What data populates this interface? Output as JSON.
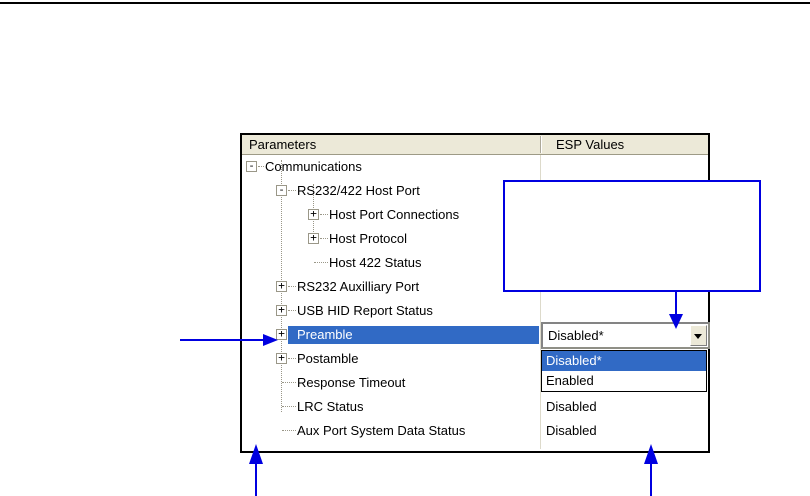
{
  "table": {
    "headers": {
      "col1": "Parameters",
      "col2": "ESP Values"
    },
    "rows": [
      {
        "label": "Communications",
        "level": 0,
        "glyph": "-",
        "value": "",
        "selected": false
      },
      {
        "label": "RS232/422 Host Port",
        "level": 1,
        "glyph": "-",
        "value": "",
        "selected": false
      },
      {
        "label": "Host Port Connections",
        "level": 2,
        "glyph": "+",
        "value": "",
        "selected": false
      },
      {
        "label": "Host Protocol",
        "level": 2,
        "glyph": "+",
        "value": "",
        "selected": false
      },
      {
        "label": "Host 422 Status",
        "level": 2,
        "glyph": "",
        "value": "",
        "selected": false
      },
      {
        "label": "RS232 Auxilliary Port",
        "level": 1,
        "glyph": "+",
        "value": "",
        "selected": false
      },
      {
        "label": "USB HID Report Status",
        "level": 1,
        "glyph": "+",
        "value": "",
        "selected": false
      },
      {
        "label": "Preamble",
        "level": 1,
        "glyph": "+",
        "value": "",
        "selected": true
      },
      {
        "label": "Postamble",
        "level": 1,
        "glyph": "+",
        "value": "",
        "selected": false
      },
      {
        "label": "Response Timeout",
        "level": 1,
        "glyph": "",
        "value": "",
        "selected": false
      },
      {
        "label": "LRC Status",
        "level": 1,
        "glyph": "",
        "value": "Disabled",
        "selected": false
      },
      {
        "label": "Aux Port System Data Status",
        "level": 1,
        "glyph": "",
        "value": "Disabled",
        "selected": false
      }
    ]
  },
  "combobox": {
    "value": "Disabled*"
  },
  "dropdown": {
    "options": [
      {
        "label": "Disabled*",
        "selected": true
      },
      {
        "label": "Enabled",
        "selected": false
      }
    ]
  },
  "colors": {
    "selection_highlight": "#316AC5",
    "annotation_blue": "#0000E0",
    "header_background": "#ECE9D8",
    "table_border": "#000000"
  }
}
